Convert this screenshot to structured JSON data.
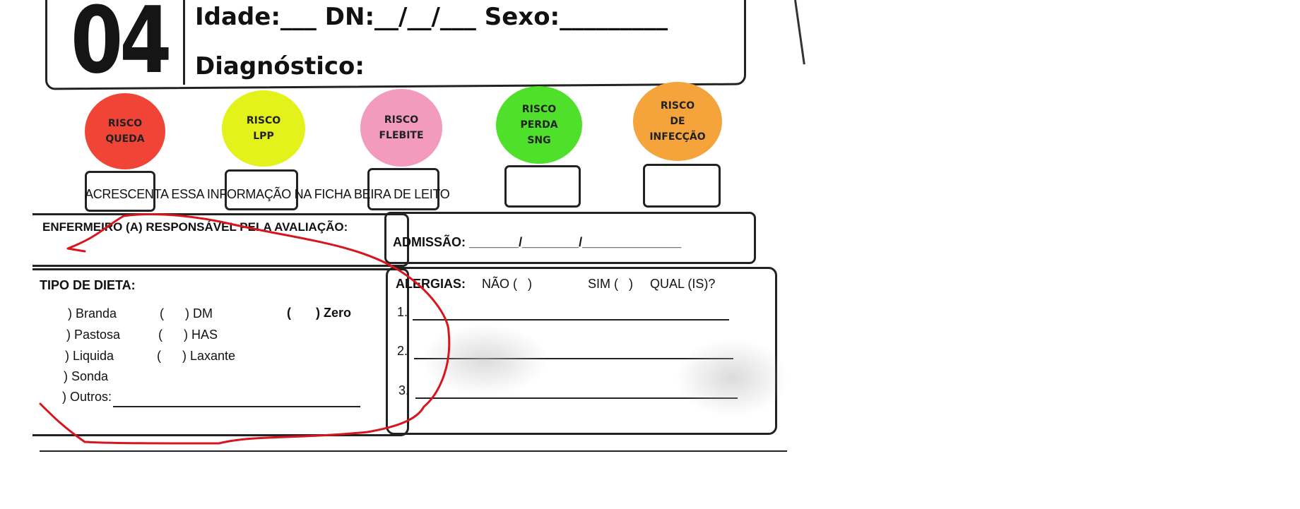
{
  "header": {
    "number": "04",
    "line1": "Idade:___ DN:__/__/___ Sexo:_________",
    "line2": "Diagnóstico:"
  },
  "risk_markers": [
    {
      "label": "RISCO\nQUEDA",
      "color": "#f04436"
    },
    {
      "label": "RISCO\nLPP",
      "color": "#e2f21a"
    },
    {
      "label": "RISCO\nFLEBITE",
      "color": "#f29bbd"
    },
    {
      "label": "RISCO\nPERDA\nSNG",
      "color": "#4ee02a"
    },
    {
      "label": "RISCO\nDE\nINFECÇÃO",
      "color": "#f5a43c"
    }
  ],
  "overlay_note": "ACRESCENTA ESSA INFORMAÇÃO NA FICHA BEIRA DE LEITO",
  "nurse": {
    "label": "ENFERMEIRO (A) RESPONSÁVEL PELA AVALIAÇÃO:"
  },
  "admission": {
    "label": "ADMISSÃO: _______/________/______________"
  },
  "diet": {
    "title": "TIPO DE DIETA:",
    "col1": [
      ") Branda",
      ") Pastosa",
      ") Liquida",
      ") Sonda",
      ") Outros:"
    ],
    "col2": [
      "(      ) DM",
      "(      ) HAS",
      "(      ) Laxante"
    ],
    "zero": "(       ) Zero"
  },
  "allergies": {
    "title": "ALERGIAS:",
    "no": "NÃO (   )",
    "yes": "SIM (   )",
    "which": "QUAL (IS)?",
    "items": [
      "1.",
      "2.",
      "3."
    ]
  },
  "colors": {
    "ink_red": "#d8141c",
    "border": "#222222"
  }
}
